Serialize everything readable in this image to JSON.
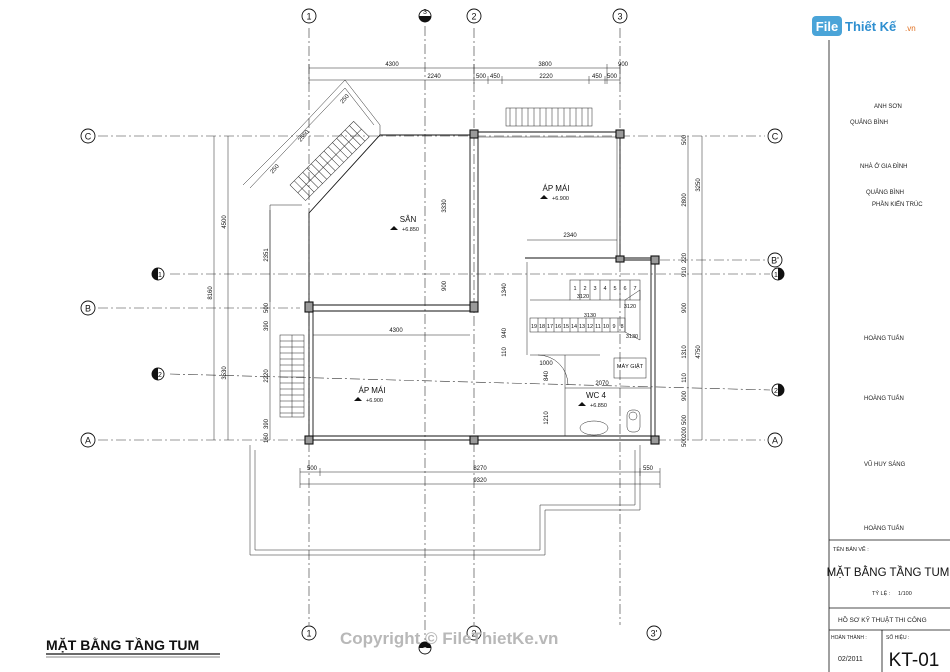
{
  "brand": {
    "logo_file": "File",
    "logo_rest": "Thiết Kế",
    "logo_tld": ".vn"
  },
  "drawing_title": "MẶT BẰNG TẦNG TUM",
  "watermark": "Copyright © FileThietKe.vn",
  "axes": {
    "top": [
      "1",
      "2",
      "3"
    ],
    "top_marker": "3",
    "bottom": [
      "1",
      "2",
      "3'"
    ],
    "bottom_marker": "3",
    "left": [
      "C",
      "B",
      "A"
    ],
    "right": [
      "C",
      "B'",
      "A"
    ],
    "section_left": [
      "1",
      "2"
    ],
    "section_right": [
      "1",
      "2"
    ]
  },
  "rooms": [
    {
      "name": "SÂN",
      "level": "+6.850"
    },
    {
      "name": "ÁP MÁI",
      "level": "+6.900"
    },
    {
      "name": "ÁP MÁI",
      "level": "+6.900"
    },
    {
      "name": "WC 4",
      "level": "+6.850"
    }
  ],
  "labels": {
    "may_giat": "MÁY GIẶT"
  },
  "stair_numbers_top": [
    "1",
    "2",
    "3",
    "4",
    "5",
    "6",
    "7"
  ],
  "stair_numbers_bottom": [
    "19",
    "18",
    "17",
    "16",
    "15",
    "14",
    "13",
    "12",
    "11",
    "10",
    "9",
    "8"
  ],
  "dims": {
    "top_row1": [
      "4300",
      "3800",
      "900"
    ],
    "top_row2": [
      "2240",
      "500",
      "450",
      "2220",
      "450",
      "500"
    ],
    "interior": [
      "4300",
      "2340",
      "2070",
      "1000"
    ],
    "bottom_row1": [
      "500",
      "8270",
      "550"
    ],
    "bottom_row2": [
      "9320"
    ],
    "left_outer": [
      "4500",
      "8160",
      "3530"
    ],
    "left_inner": [
      "2351",
      "500",
      "390",
      "2220",
      "390",
      "160"
    ],
    "left_misc": [
      "3330",
      "900",
      "1340",
      "940",
      "110",
      "1210",
      "840"
    ],
    "right_outer": [
      "3250",
      "4750"
    ],
    "right_inner": [
      "500",
      "2800",
      "220",
      "910",
      "900",
      "1310",
      "110",
      "900",
      "500",
      "200",
      "500"
    ],
    "stair_misc": [
      "3120",
      "3130",
      "3120",
      "3130"
    ],
    "slanted": [
      "250",
      "2550",
      "250"
    ]
  },
  "title_block": {
    "owner": "ANH SƠN",
    "owner_location": "QUẢNG BÌNH",
    "project": "NHÀ Ở GIA ĐÌNH",
    "location": "QUẢNG BÌNH",
    "part": "PHẦN KIẾN TRÚC",
    "people": [
      "HOÀNG TUẤN",
      "HOÀNG TUẤN",
      "VŨ HUY SÁNG",
      "HOÀNG TUẤN"
    ],
    "drawing_name_label": "TÊN BẢN VẼ :",
    "drawing_name": "MẶT BẰNG TẦNG TUM",
    "scale_label": "TỶ LỆ :",
    "scale": "1/100",
    "dossier": "HỒ SƠ KỸ THUẬT THI CÔNG",
    "completed_label": "HOÀN THÀNH :",
    "completed": "02/2011",
    "sheet_label": "SỐ HIỆU :",
    "sheet": "KT-01"
  }
}
